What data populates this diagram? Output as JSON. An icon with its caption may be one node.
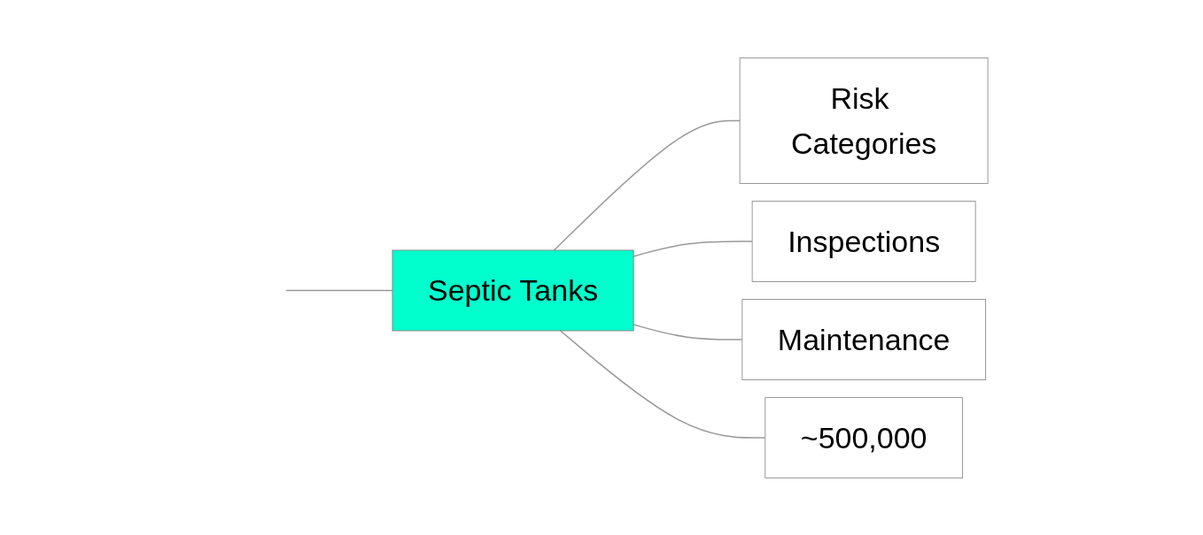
{
  "diagram": {
    "nodes": [
      {
        "text": [
          "Septic Tanks"
        ]
      },
      {
        "text": [
          "Risk Categories"
        ]
      },
      {
        "text": [
          "Inspections"
        ]
      },
      {
        "text": [
          "Maintenance"
        ]
      },
      {
        "text": [
          "~500,000"
        ]
      }
    ],
    "edges": [
      {
        "from": null,
        "to": 0,
        "arrow": "none"
      },
      {
        "from": 0,
        "to": 1,
        "arrow": "none"
      },
      {
        "from": 0,
        "to": 2,
        "arrow": "none"
      },
      {
        "from": 0,
        "to": 3,
        "arrow": "none"
      },
      {
        "from": 0,
        "to": 4,
        "arrow": "none"
      }
    ]
  }
}
